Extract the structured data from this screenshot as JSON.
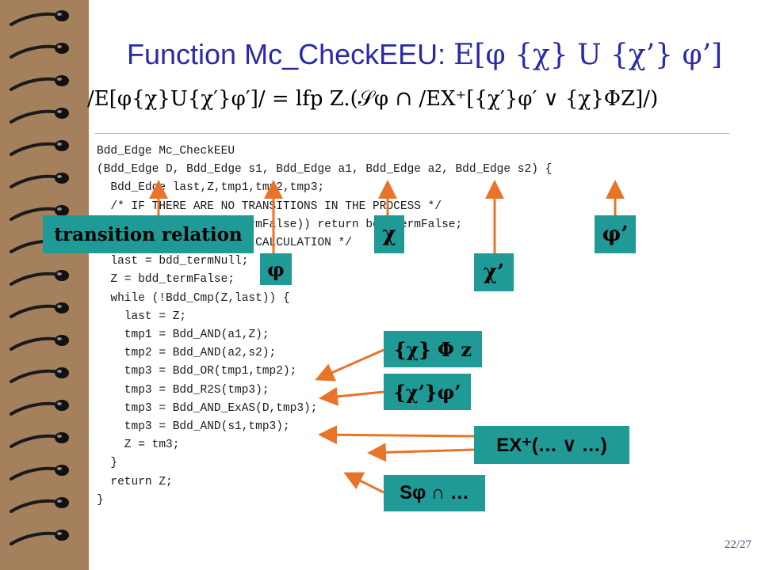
{
  "slide": {
    "title_text": "Function Mc_CheckEEU: ",
    "title_formula": "E[φ {χ} U {χ’} φ’]",
    "definition_formula": "/E[φ{χ}U{χ′}φ′]/ = lfp Z.(𝒮φ ∩ /EX⁺[{χ′}φ′ ∨ {χ}ΦZ]/)",
    "page_number": "22/27"
  },
  "code_lines": [
    "Bdd_Edge Mc_CheckEEU",
    "(Bdd_Edge D, Bdd_Edge s1, Bdd_Edge a1, Bdd_Edge a2, Bdd_Edge s2) {",
    "",
    "  Bdd_Edge last,Z,tmp1,tmp2,tmp3;",
    "",
    "  /* IF THERE ARE NO TRANSITIONS IN THE PROCESS */",
    "  if (Bdd_Cmp(D,bdd_termFalse)) return bdd_termFalse;",
    "",
    "  /* LEAST FIXED POINT CALCULATION */",
    "  last = bdd_termNull;",
    "  Z = bdd_termFalse;",
    "  while (!Bdd_Cmp(Z,last)) {",
    "    last = Z;",
    "    tmp1 = Bdd_AND(a1,Z);",
    "    tmp2 = Bdd_AND(a2,s2);",
    "    tmp3 = Bdd_OR(tmp1,tmp2);",
    "    tmp3 = Bdd_R2S(tmp3);",
    "    tmp3 = Bdd_AND_ExAS(D,tmp3);",
    "    tmp3 = Bdd_AND(s1,tmp3);",
    "    Z = tm3;",
    "  }",
    "  return Z;",
    "}"
  ],
  "annotations": {
    "transition_relation": "transition relation",
    "phi": "φ",
    "chi": "χ",
    "chi_prime": "χ’",
    "phi_prime": "φ’",
    "chi_Phi_z": "{χ} Φ z",
    "chi_prime_phi_prime": "{χ’}φ’",
    "ex_plus_or": "EX⁺(… ∨ …)",
    "s_phi_cap": "Sφ ∩ …"
  },
  "colors": {
    "background": "#ffffff",
    "spiral_bar": "#a4805d",
    "title": "#2a2aa8",
    "annotation_box": "#1f9a96",
    "arrow": "#e8742a"
  }
}
